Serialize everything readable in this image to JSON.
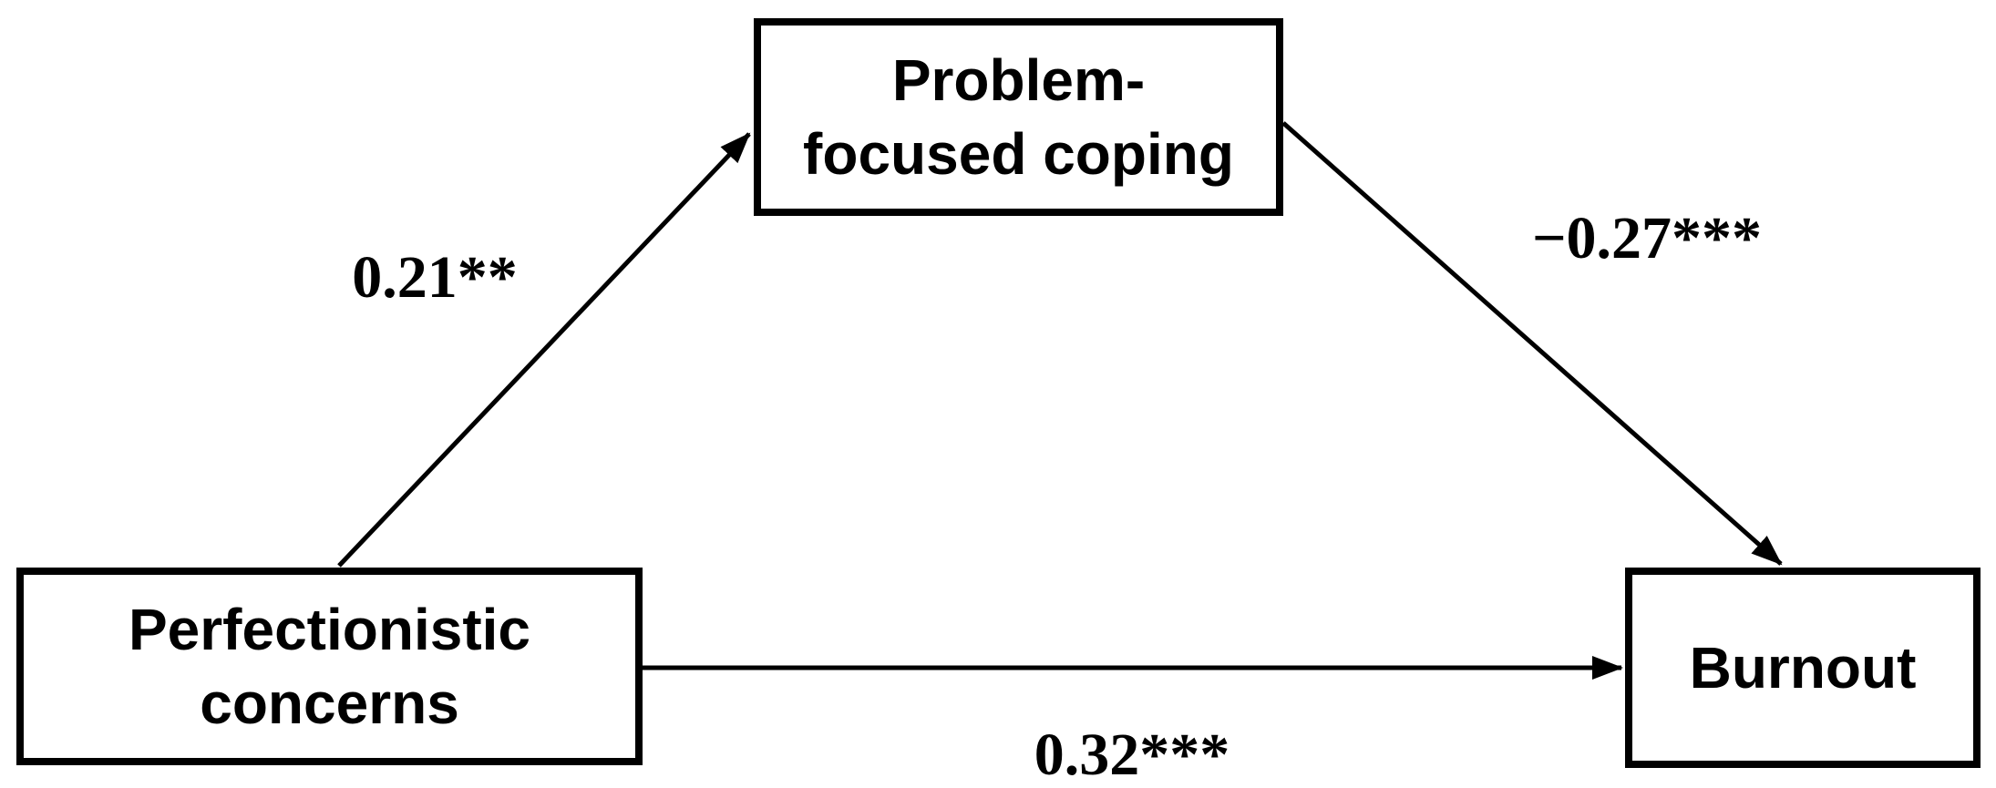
{
  "diagram": {
    "kind": "mediation-path-model",
    "nodes": {
      "predictor": {
        "label": "Perfectionistic concerns",
        "line1": "Perfectionistic",
        "line2": "concerns"
      },
      "mediator": {
        "label": "Problem-focused coping",
        "line1": "Problem-",
        "line2": "focused coping"
      },
      "outcome": {
        "label": "Burnout",
        "line1": "Burnout"
      }
    },
    "paths": {
      "predictor_to_mediator": {
        "from": "Perfectionistic concerns",
        "to": "Problem-focused coping",
        "label": "0.21**",
        "coefficient": 0.21,
        "significance": "**"
      },
      "mediator_to_outcome": {
        "from": "Problem-focused coping",
        "to": "Burnout",
        "label": "−0.27***",
        "coefficient": -0.27,
        "significance": "***"
      },
      "predictor_to_outcome": {
        "from": "Perfectionistic concerns",
        "to": "Burnout",
        "label": "0.32***",
        "coefficient": 0.32,
        "significance": "***"
      }
    },
    "colors": {
      "background": "#ffffff",
      "box_fill": "#ffffff",
      "box_border": "#000000",
      "line": "#000000",
      "text": "#000000"
    }
  }
}
